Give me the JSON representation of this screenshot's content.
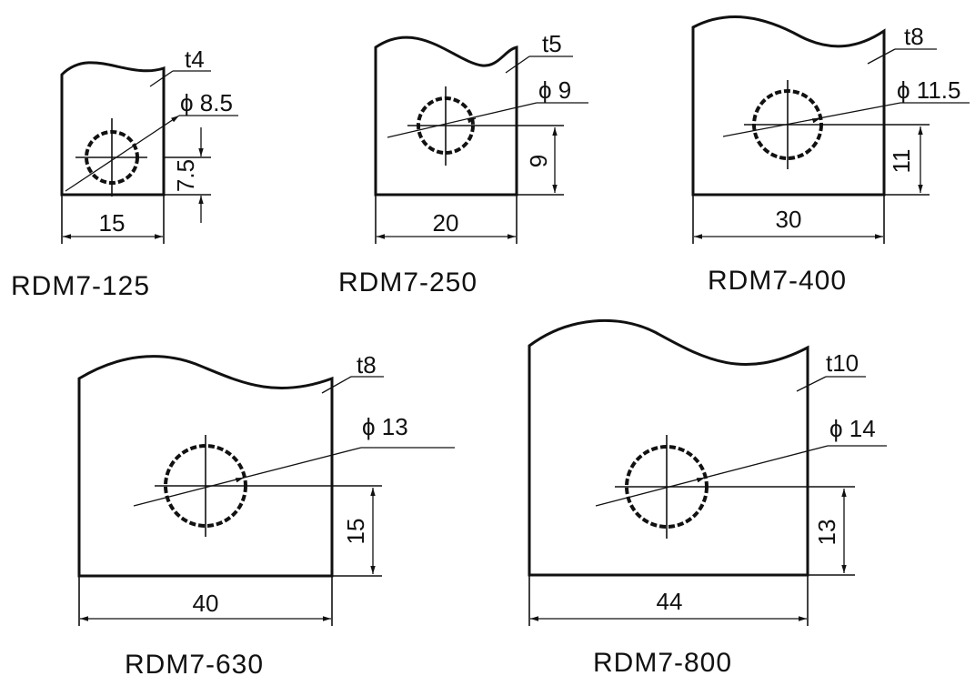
{
  "drawings": [
    {
      "model": "RDM7-125",
      "thickness": "t4",
      "hole_diameter": "8.5",
      "width": "15",
      "height": "7.5"
    },
    {
      "model": "RDM7-250",
      "thickness": "t5",
      "hole_diameter": "9",
      "width": "20",
      "height": "9"
    },
    {
      "model": "RDM7-400",
      "thickness": "t8",
      "hole_diameter": "11.5",
      "width": "30",
      "height": "11"
    },
    {
      "model": "RDM7-630",
      "thickness": "t8",
      "hole_diameter": "13",
      "width": "40",
      "height": "15"
    },
    {
      "model": "RDM7-800",
      "thickness": "t10",
      "hole_diameter": "14",
      "width": "44",
      "height": "13"
    }
  ],
  "phi_symbol": "ϕ"
}
